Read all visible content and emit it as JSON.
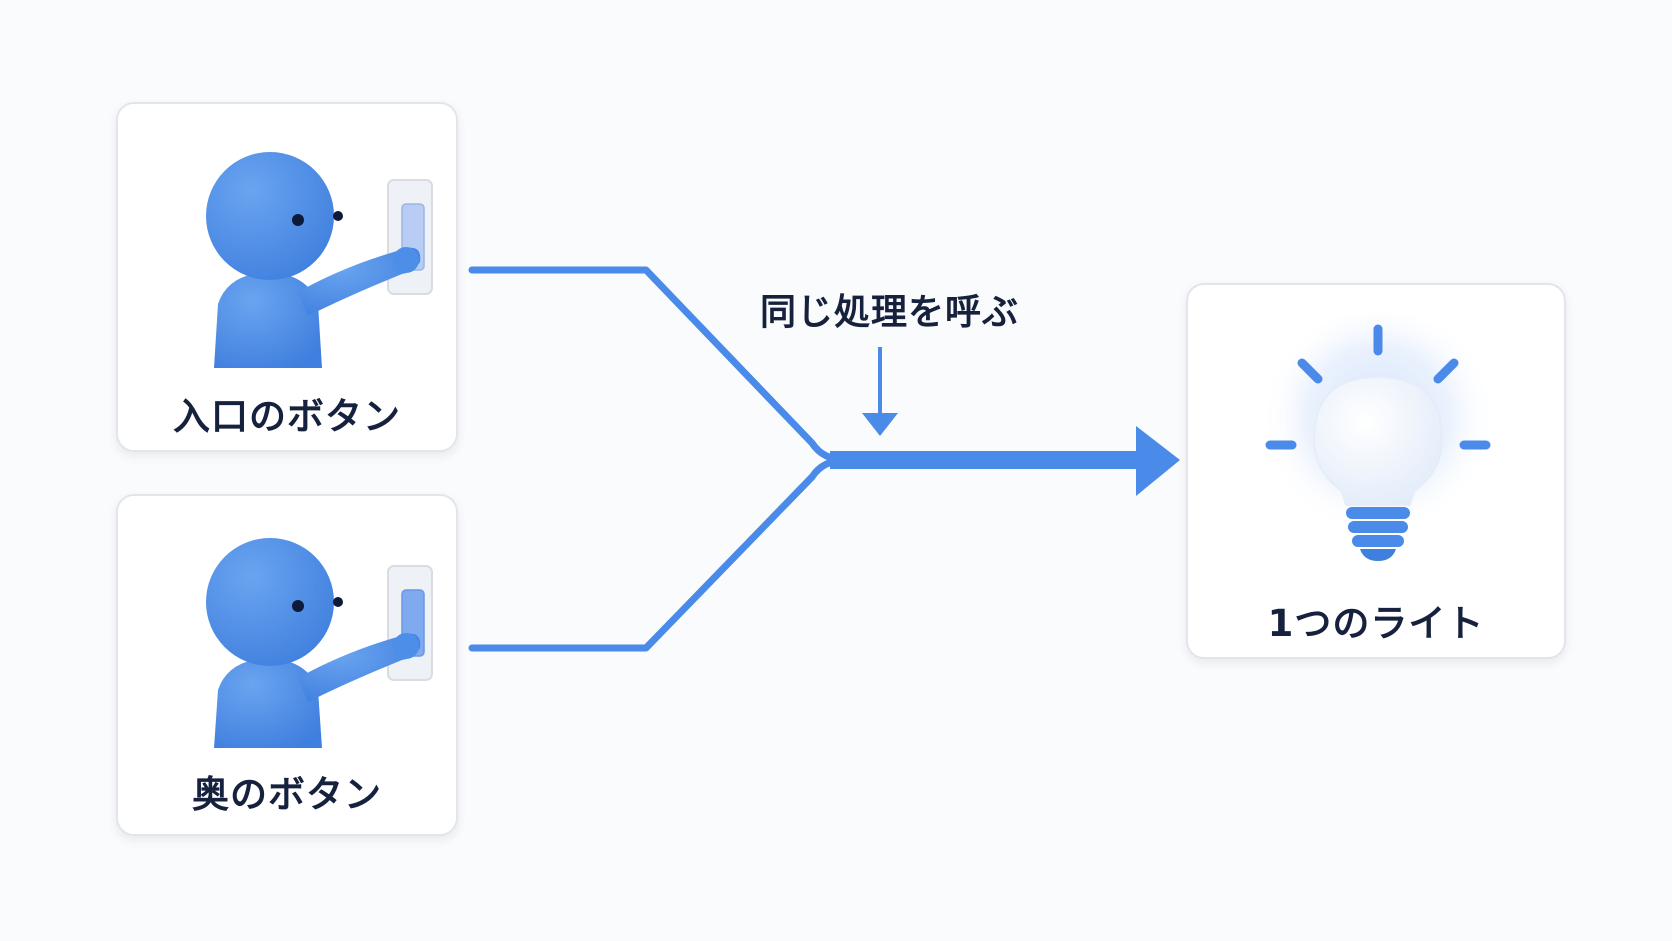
{
  "diagram": {
    "sources": [
      {
        "label": "入口のボタン"
      },
      {
        "label": "奥のボタン"
      }
    ],
    "connector_label": "同じ処理を呼ぶ",
    "target": {
      "label": "1つのライト"
    }
  },
  "colors": {
    "accent": "#4a8ae8",
    "figure": "#4d8ee8",
    "text": "#16213d",
    "card_border": "#e2e5ea"
  },
  "icons": [
    "person-pressing-switch-icon",
    "light-bulb-icon"
  ]
}
